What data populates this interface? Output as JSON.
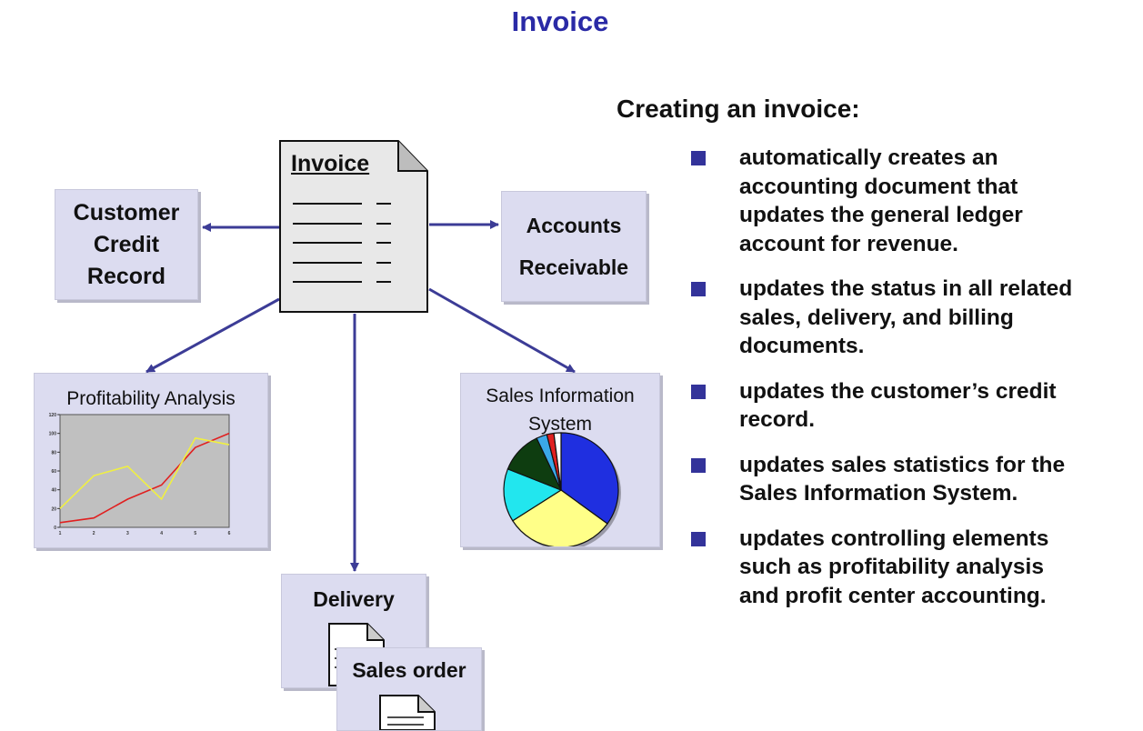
{
  "title": "Invoice",
  "diagram": {
    "center": {
      "label": "Invoice"
    },
    "nodes": {
      "credit": {
        "lines": [
          "Customer",
          "Credit",
          "Record"
        ]
      },
      "accounts_receivable": {
        "lines": [
          "Accounts",
          "Receivable"
        ]
      },
      "profitability": {
        "label": "Profitability Analysis"
      },
      "sales_info": {
        "lines": [
          "Sales Information",
          "System"
        ]
      },
      "delivery": {
        "label": "Delivery"
      },
      "sales_order": {
        "label": "Sales order"
      }
    },
    "profitability_chart": {
      "type": "line",
      "x_ticks": [
        "1",
        "2",
        "3",
        "4",
        "5",
        "6"
      ],
      "y_ticks": [
        "0",
        "20",
        "40",
        "60",
        "80",
        "100",
        "120"
      ],
      "ylim": [
        0,
        120
      ],
      "series": [
        {
          "color": "#e02020",
          "values": [
            5,
            10,
            30,
            45,
            85,
            100
          ]
        },
        {
          "color": "#f0f040",
          "values": [
            20,
            55,
            65,
            30,
            95,
            88
          ]
        }
      ]
    },
    "sales_pie": {
      "type": "pie",
      "slices": [
        {
          "value": 35,
          "color": "#1f2fe0"
        },
        {
          "value": 31,
          "color": "#ffff88"
        },
        {
          "value": 15,
          "color": "#22e6ee"
        },
        {
          "value": 12,
          "color": "#0e3d10"
        },
        {
          "value": 3,
          "color": "#3aa8e8"
        },
        {
          "value": 2,
          "color": "#e02020"
        },
        {
          "value": 2,
          "color": "#ffffff"
        }
      ]
    }
  },
  "right_panel": {
    "heading": "Creating an invoice:",
    "bullets": [
      [
        "automatically creates an",
        "accounting document that",
        "updates the general ledger",
        "account for revenue."
      ],
      [
        "updates the status in all related",
        "sales, delivery, and billing",
        "documents."
      ],
      [
        "updates the customer’s credit",
        "record."
      ],
      [
        "updates sales statistics for the",
        "Sales Information System."
      ],
      [
        "updates controlling elements",
        "such as profitability analysis",
        "and profit center accounting."
      ]
    ]
  },
  "colors": {
    "title": "#2a2aa6",
    "box_fill": "#dcdcf0",
    "arrow": "#3c3c96",
    "bullet": "#33339a"
  }
}
